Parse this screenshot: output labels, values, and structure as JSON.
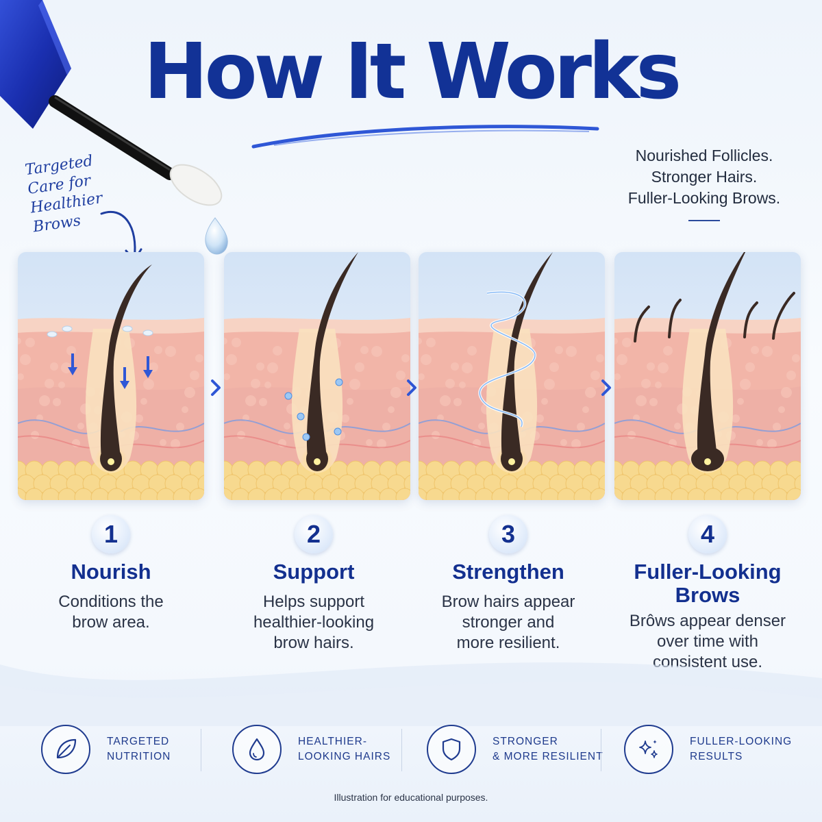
{
  "title": "How It Works",
  "tagline": {
    "line1": "Nourished Follicles.",
    "line2": "Stronger Hairs.",
    "line3": "Fuller-Looking Brows."
  },
  "handnote": {
    "line1": "Targeted",
    "line2": "Care for",
    "line3": "Healthier",
    "line4": "Brows"
  },
  "steps": [
    {
      "number": "1",
      "title": "Nourish",
      "desc1": "Conditions the",
      "desc2": "brow area.",
      "desc3": ""
    },
    {
      "number": "2",
      "title": "Support",
      "desc1": "Helps support",
      "desc2": "healthier-looking",
      "desc3": "brow hairs."
    },
    {
      "number": "3",
      "title": "Strengthen",
      "desc1": "Brow hairs appear",
      "desc2": "stronger and",
      "desc3": "more resilient."
    },
    {
      "number": "4",
      "title1": "Fuller-Looking",
      "title2": "Brows",
      "desc1": "Brôws appear denser",
      "desc2": "over time with",
      "desc3": "consistent use."
    }
  ],
  "features": [
    {
      "line1": "TARGETED",
      "line2": "NUTRITION",
      "icon": "leaf-icon"
    },
    {
      "line1": "HEALTHIER-",
      "line2": "LOOKING HAIRS",
      "icon": "droplet-icon"
    },
    {
      "line1": "STRONGER",
      "line2": "& MORE RESILIENT",
      "icon": "shield-icon"
    },
    {
      "line1": "FULLER-LOOKING",
      "line2": "RESULTS",
      "icon": "sparkle-icon"
    }
  ],
  "footnote": "Illustration for educational purposes.",
  "colors": {
    "brand_blue": "#123296",
    "accent_blue": "#2f57d6",
    "skin": "#f2b5a8",
    "fat": "#f7d98f",
    "hair": "#3a2a24"
  }
}
